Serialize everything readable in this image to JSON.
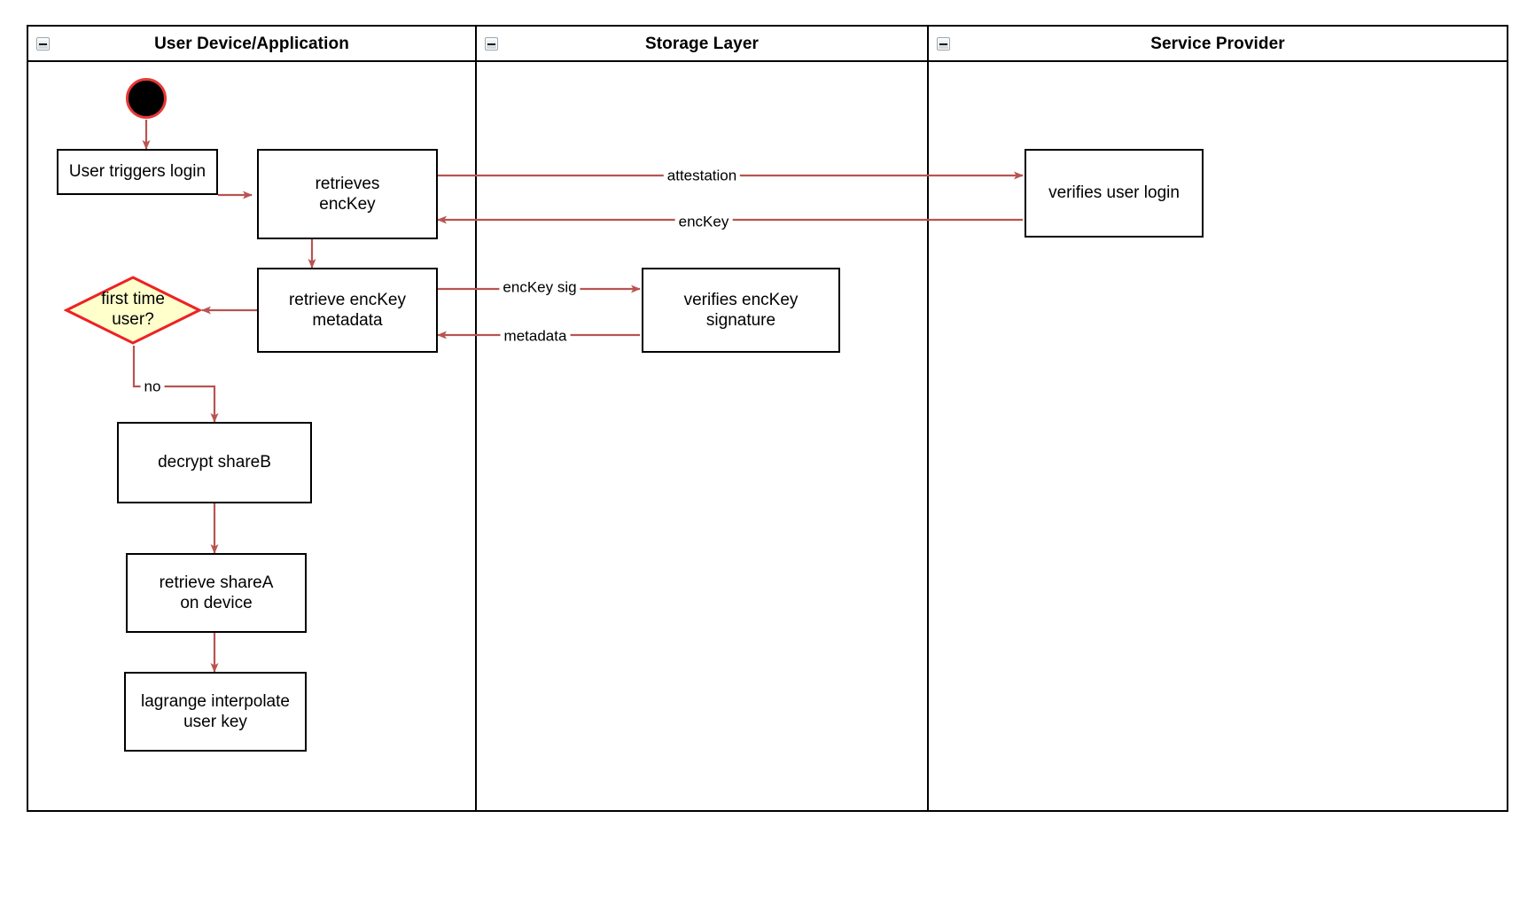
{
  "diagram": {
    "type": "uml-activity-swimlane",
    "title": "",
    "colors": {
      "edge": "#b85450",
      "node_border": "#000000",
      "node_fill": "#ffffff",
      "decision_fill": "#ffffcc",
      "decision_border": "#ee2222",
      "start_fill": "#000000",
      "start_border": "#e53935",
      "lane_border": "#000000",
      "text": "#000000"
    },
    "lanes": [
      {
        "id": "user-device",
        "label": "User Device/Application",
        "collapse_icon": "collapse-minus-icon"
      },
      {
        "id": "storage-layer",
        "label": "Storage Layer",
        "collapse_icon": "collapse-minus-icon"
      },
      {
        "id": "service-provider",
        "label": "Service Provider",
        "collapse_icon": "collapse-minus-icon"
      }
    ],
    "nodes": [
      {
        "id": "start",
        "lane": "user-device",
        "shape": "initial-node",
        "label": ""
      },
      {
        "id": "user-triggers-login",
        "lane": "user-device",
        "shape": "activity",
        "label": "User triggers login"
      },
      {
        "id": "retrieves-enckey",
        "lane": "user-device",
        "shape": "activity",
        "label": "retrieves\nencKey"
      },
      {
        "id": "retrieve-enckey-metadata",
        "lane": "user-device",
        "shape": "activity",
        "label": "retrieve encKey\nmetadata"
      },
      {
        "id": "first-time-user",
        "lane": "user-device",
        "shape": "decision",
        "label": "first time\nuser?"
      },
      {
        "id": "decrypt-shareb",
        "lane": "user-device",
        "shape": "activity",
        "label": "decrypt shareB"
      },
      {
        "id": "retrieve-sharea-on-device",
        "lane": "user-device",
        "shape": "activity",
        "label": "retrieve shareA\non device"
      },
      {
        "id": "lagrange-interpolate-user-key",
        "lane": "user-device",
        "shape": "activity",
        "label": "lagrange interpolate\nuser key"
      },
      {
        "id": "verifies-enckey-signature",
        "lane": "storage-layer",
        "shape": "activity",
        "label": "verifies encKey\nsignature"
      },
      {
        "id": "verifies-user-login",
        "lane": "service-provider",
        "shape": "activity",
        "label": "verifies user login"
      }
    ],
    "edges": [
      {
        "id": "e-start-login",
        "from": "start",
        "to": "user-triggers-login",
        "label": ""
      },
      {
        "id": "e-login-retrieves",
        "from": "user-triggers-login",
        "to": "retrieves-enckey",
        "label": ""
      },
      {
        "id": "e-retrieves-verifylogin",
        "from": "retrieves-enckey",
        "to": "verifies-user-login",
        "label": "attestation"
      },
      {
        "id": "e-verifylogin-retrieves",
        "from": "verifies-user-login",
        "to": "retrieves-enckey",
        "label": "encKey"
      },
      {
        "id": "e-retrieves-metadata",
        "from": "retrieves-enckey",
        "to": "retrieve-enckey-metadata",
        "label": ""
      },
      {
        "id": "e-metadata-verifysig",
        "from": "retrieve-enckey-metadata",
        "to": "verifies-enckey-signature",
        "label": "encKey sig"
      },
      {
        "id": "e-verifysig-metadata",
        "from": "verifies-enckey-signature",
        "to": "retrieve-enckey-metadata",
        "label": "metadata"
      },
      {
        "id": "e-metadata-decision",
        "from": "retrieve-enckey-metadata",
        "to": "first-time-user",
        "label": ""
      },
      {
        "id": "e-decision-decrypt",
        "from": "first-time-user",
        "to": "decrypt-shareb",
        "label": "no"
      },
      {
        "id": "e-decrypt-sharea",
        "from": "decrypt-shareb",
        "to": "retrieve-sharea-on-device",
        "label": ""
      },
      {
        "id": "e-sharea-lagrange",
        "from": "retrieve-sharea-on-device",
        "to": "lagrange-interpolate-user-key",
        "label": ""
      }
    ]
  }
}
